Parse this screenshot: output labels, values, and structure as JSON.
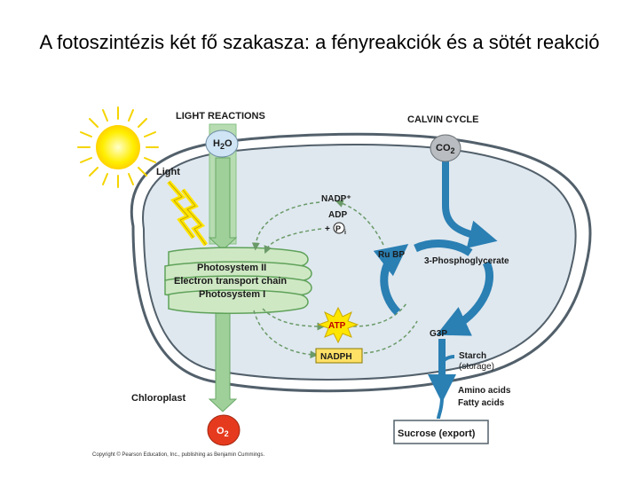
{
  "title": "A fotoszintézis két fő szakasza: a fényreakciók és a sötét reakció",
  "light_reactions": {
    "header": "LIGHT REACTIONS"
  },
  "calvin_cycle": {
    "header": "CALVIN CYCLE"
  },
  "molecules": {
    "h2o": {
      "main": "H",
      "sub": "2",
      "tail": "O"
    },
    "co2": {
      "main": "CO",
      "sub": "2"
    },
    "o2": {
      "main": "O",
      "sub": "2"
    }
  },
  "labels": {
    "light": "Light",
    "nadp_plus": "NADP⁺",
    "adp": "ADP",
    "plus": "+",
    "pi_letter": "P",
    "pi_sub": "i",
    "photosystem_ii": "Photosystem II",
    "etc": "Electron transport chain",
    "photosystem_i": "Photosystem I",
    "atp": "ATP",
    "nadph": "NADPH",
    "rubp": "Ru BP",
    "pga": "3-Phosphoglycerate",
    "g3p": "G3P",
    "starch": "Starch",
    "storage": "(storage)",
    "amino": "Amino acids",
    "fatty": "Fatty acids",
    "chloroplast": "Chloroplast",
    "sucrose": "Sucrose (export)",
    "copyright": "Copyright © Pearson Education, Inc., publishing as Benjamin Cummings."
  },
  "colors": {
    "stroma": "#dfe8ef",
    "membrane": "#ffffff",
    "envelope": "#52606b",
    "thylakoid": "#cfe8c4",
    "light_path": "#9fd09a",
    "calvin_arrow": "#2a7fb3",
    "atp_burst": "#ffe600",
    "nadph_box": "#ffe066",
    "o2": "#e63a1e",
    "sun": "#ffee00"
  }
}
